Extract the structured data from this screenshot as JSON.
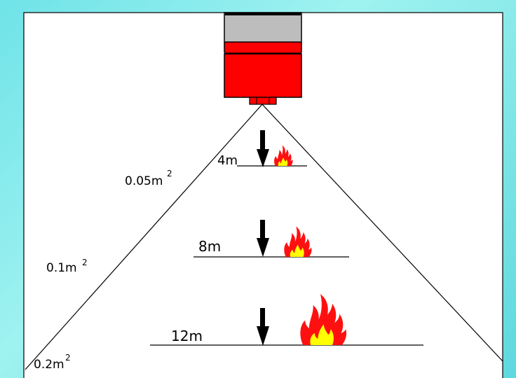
{
  "colors": {
    "detector_body": "#ff0000",
    "detector_top": "#bdbdbd",
    "flame_outer": "#ff1010",
    "flame_inner": "#ffff00",
    "panel": "#ffffff",
    "line": "#000000"
  },
  "icons": [
    "flame-detector-icon",
    "down-arrow-icon",
    "fire-icon"
  ],
  "distances": [
    {
      "label": "4m",
      "fire_size": "small"
    },
    {
      "label": "8m",
      "fire_size": "medium"
    },
    {
      "label": "12m",
      "fire_size": "large"
    }
  ],
  "areas": [
    {
      "value": "0.05m",
      "exp": "2"
    },
    {
      "value": "0.1m",
      "exp": "2"
    },
    {
      "value": "0.2m",
      "exp": "2"
    }
  ]
}
